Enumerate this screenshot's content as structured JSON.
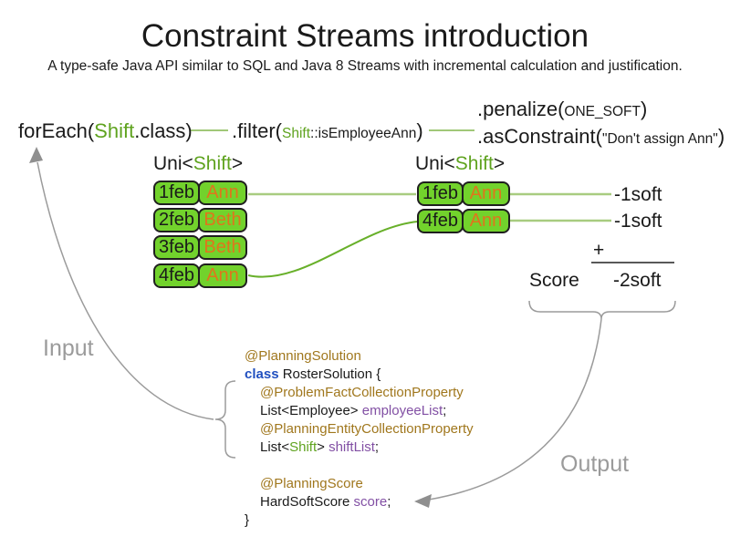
{
  "title": "Constraint Streams introduction",
  "subtitle": "A type-safe Java API similar to SQL and Java 8 Streams with incremental calculation and justification.",
  "colors": {
    "shift_green": "#5fa31f",
    "cell_green": "#72d22c",
    "name_orange": "#e0751c",
    "light_green_line": "#a8cc80",
    "curve_green": "#68b02a",
    "gray": "#999999",
    "annotation_brown": "#a0771d",
    "keyword_blue": "#2150c0",
    "field_purple": "#8250a4"
  },
  "flow": {
    "foreach": {
      "pre": "forEach(",
      "shift": "Shift",
      "post": ".class)"
    },
    "filter": {
      "pre": ".filter(",
      "shift": "Shift",
      "method": "::isEmployeeAnn",
      "post": ")"
    },
    "penalize": {
      "pre": ".penalize(",
      "arg": "ONE_SOFT",
      "post": ")"
    },
    "as_constraint": {
      "pre": ".asConstraint(",
      "arg": "\"Don't assign Ann\"",
      "post": ")"
    }
  },
  "streams": {
    "input": {
      "label": {
        "pre": "Uni<",
        "shift": "Shift",
        "post": ">"
      },
      "rows": [
        {
          "date": "1feb",
          "name": "Ann"
        },
        {
          "date": "2feb",
          "name": "Beth"
        },
        {
          "date": "3feb",
          "name": "Beth"
        },
        {
          "date": "4feb",
          "name": "Ann"
        }
      ]
    },
    "output": {
      "label": {
        "pre": "Uni<",
        "shift": "Shift",
        "post": ">"
      },
      "rows": [
        {
          "date": "1feb",
          "name": "Ann"
        },
        {
          "date": "4feb",
          "name": "Ann"
        }
      ]
    }
  },
  "scores": {
    "matches": [
      "-1soft",
      "-1soft"
    ],
    "plus_sign": "+",
    "score_label": "Score",
    "total": "-2soft"
  },
  "labels": {
    "input": "Input",
    "output": "Output"
  },
  "code": {
    "planning_solution": "@PlanningSolution",
    "class_kw": "class",
    "class_rest": " RosterSolution {",
    "problem_fact_annotation": "@ProblemFactCollectionProperty",
    "employee_list_pre": "List<Employee> ",
    "employee_list_field": "employeeList",
    "employee_list_post": ";",
    "planning_entity_annotation": "@PlanningEntityCollectionProperty",
    "shift_list_pre": "List<",
    "shift_list_shift": "Shift",
    "shift_list_mid": "> ",
    "shift_list_field": "shiftList",
    "shift_list_post": ";",
    "planning_score_annotation": "@PlanningScore",
    "score_pre": "HardSoftScore ",
    "score_field": "score",
    "score_post": ";",
    "closing_brace": "}"
  }
}
